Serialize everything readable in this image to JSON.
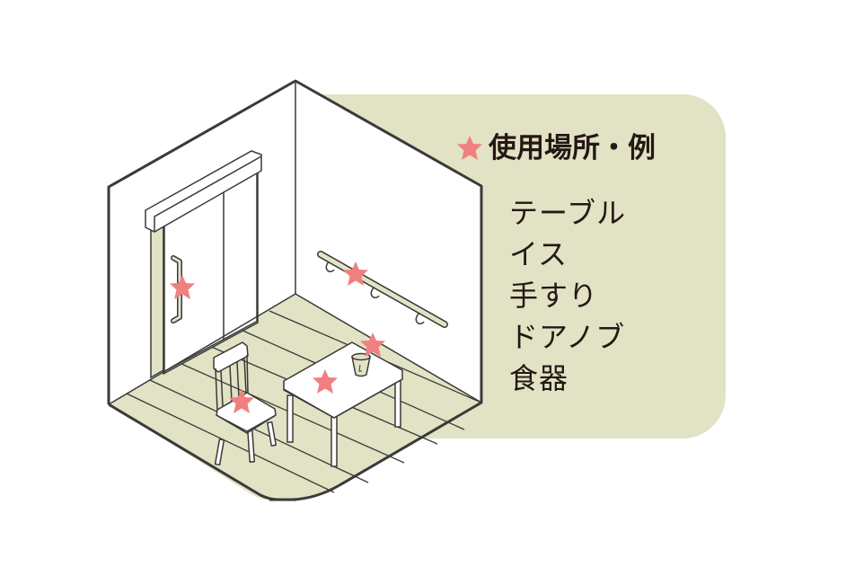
{
  "legend": {
    "title": "使用場所・例",
    "marker_icon": "star-icon",
    "items": [
      {
        "label": "テーブル"
      },
      {
        "label": "イス"
      },
      {
        "label": "手すり"
      },
      {
        "label": "ドアノブ"
      },
      {
        "label": "食器"
      }
    ]
  },
  "illustration": {
    "subject": "isometric room",
    "objects": [
      "sliding-door",
      "door-handle",
      "wall-handrail",
      "chair",
      "table",
      "cup"
    ],
    "marked_locations": [
      "door-handle",
      "handrail",
      "cup",
      "table-top",
      "chair-seat"
    ]
  },
  "colors": {
    "panel_bg": "#e2e2c4",
    "floor": "#e2e2c4",
    "wall": "#ffffff",
    "outline": "#3a3a3a",
    "star": "#f08080",
    "text": "#231815"
  }
}
